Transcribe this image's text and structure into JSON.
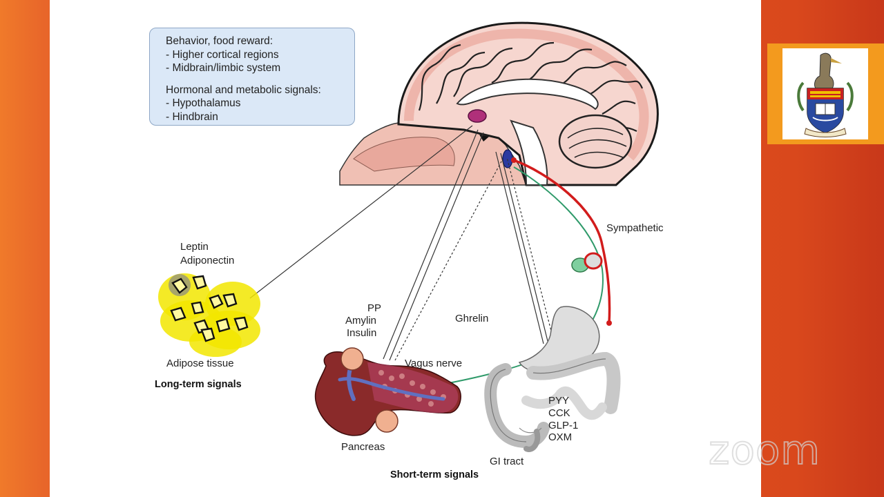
{
  "info_box": {
    "heading1": "Behavior, food reward:",
    "item1": "- Higher cortical regions",
    "item2": "- Midbrain/limbic system",
    "heading2": "Hormonal and metabolic signals:",
    "item3": "- Hypothalamus",
    "item4": "- Hindbrain"
  },
  "labels": {
    "leptin": "Leptin",
    "adiponectin": "Adiponectin",
    "adipose": "Adipose tissue",
    "long_term": "Long-term signals",
    "pp": "PP",
    "amylin": "Amylin",
    "insulin": "Insulin",
    "ghrelin": "Ghrelin",
    "vagus": "Vagus nerve",
    "sympathetic": "Sympathetic",
    "pyy": "PYY",
    "cck": "CCK",
    "glp1": "GLP-1",
    "oxm": "OXM",
    "pancreas": "Pancreas",
    "gi_tract": "GI tract",
    "short_term": "Short-term signals"
  },
  "watermark": "zoom",
  "colors": {
    "brain_outline": "#1a1a1a",
    "brain_fill": "#f2c3bb",
    "hypothalamus": "#b0307a",
    "hindbrain": "#2b3aa0",
    "sympathetic_nerve": "#d21c1c",
    "vagus_nerve": "#2f9a6a",
    "adipose_highlight": "#f2e600",
    "pancreas_fill": "#8a2a2a",
    "background_orange": "#e8662a",
    "logo_frame": "#f39a1e"
  }
}
